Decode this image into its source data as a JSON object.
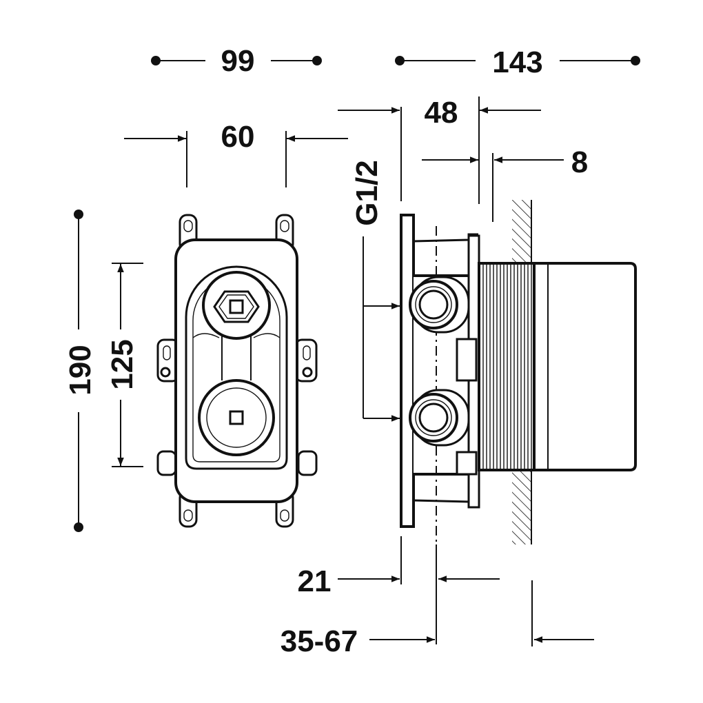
{
  "dimensions": {
    "width_99": "99",
    "width_143": "143",
    "depth_48": "48",
    "width_60": "60",
    "depth_8": "8",
    "height_190": "190",
    "height_125": "125",
    "thread": "G1/2",
    "depth_21": "21",
    "range_35_67": "35-67"
  },
  "colors": {
    "line": "#111111",
    "background": "#ffffff"
  }
}
